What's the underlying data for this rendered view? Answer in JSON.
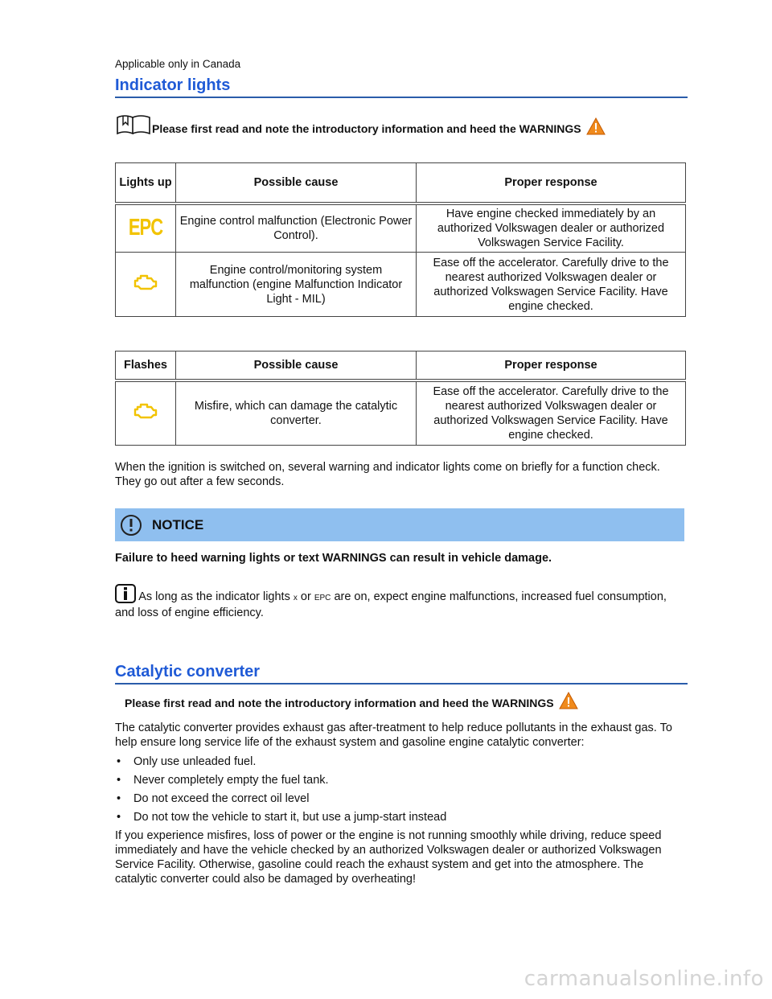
{
  "header": {
    "applicable": "Applicable only in Canada",
    "title": "Indicator lights"
  },
  "intro": {
    "read_note": "Please first read and note the introductory information and heed the WARNINGS"
  },
  "table_lights": {
    "headers": [
      "Lights up",
      "Possible cause",
      "Proper response"
    ],
    "rows": [
      {
        "icon": "EPC",
        "cause": "Engine control malfunction (Electronic Power Control).",
        "response": "Have engine checked immediately by an authorized Volkswagen dealer or authorized Volkswagen Service Facility."
      },
      {
        "icon": "engine-icon",
        "cause": "Engine control/monitoring system malfunction (engine Malfunction Indicator Light - MIL)",
        "response": "Ease off the accelerator. Carefully drive to the nearest authorized Volkswagen dealer or authorized Volkswagen Service Facility. Have engine checked."
      }
    ]
  },
  "table_flashes": {
    "headers": [
      "Flashes",
      "Possible cause",
      "Proper response"
    ],
    "rows": [
      {
        "icon": "engine-icon",
        "cause": "Misfire, which can damage the catalytic converter.",
        "response": "Ease off the accelerator. Carefully drive to the nearest authorized Volkswagen dealer or authorized Volkswagen Service Facility. Have engine checked."
      }
    ]
  },
  "ignition_note": "When the ignition is switched on, several warning and indicator lights come on briefly for a function check. They go out after a few seconds.",
  "notice": {
    "label": "NOTICE",
    "text": "Failure to heed warning lights or text WARNINGS can result in vehicle damage."
  },
  "info": {
    "prefix": "As long as the indicator lights",
    "sym1": "x",
    "or": "or",
    "sym2": "EPC",
    "suffix": "are on, expect engine malfunctions, increased fuel consumption, and loss of engine efficiency."
  },
  "catalytic": {
    "title": "Catalytic converter",
    "read_note": "Please first read and note the introductory information and heed the WARNINGS",
    "intro": "The catalytic converter provides exhaust gas after-treatment to help reduce pollutants in the exhaust gas. To help ensure long service life of the exhaust system and gasoline engine catalytic converter:",
    "bullets": [
      "Only use unleaded fuel.",
      "Never completely empty the fuel tank.",
      "Do not exceed the correct oil level",
      "Do not tow the vehicle to start it, but use a jump-start instead"
    ],
    "misfire": "If you experience misfires, loss of power or the engine is not running smoothly while driving, reduce speed immediately and have the vehicle checked by an authorized Volkswagen dealer or authorized Volkswagen Service Facility. Otherwise, gasoline could reach the exhaust system and get into the atmosphere. The catalytic converter could also be damaged by overheating!"
  },
  "watermark": "carmanualsonline.info",
  "colors": {
    "heading_blue": "#1f5ad6",
    "notice_bg": "#8fbfef",
    "warning_orange": "#f08a1c",
    "indicator_yellow": "#f2c300"
  }
}
